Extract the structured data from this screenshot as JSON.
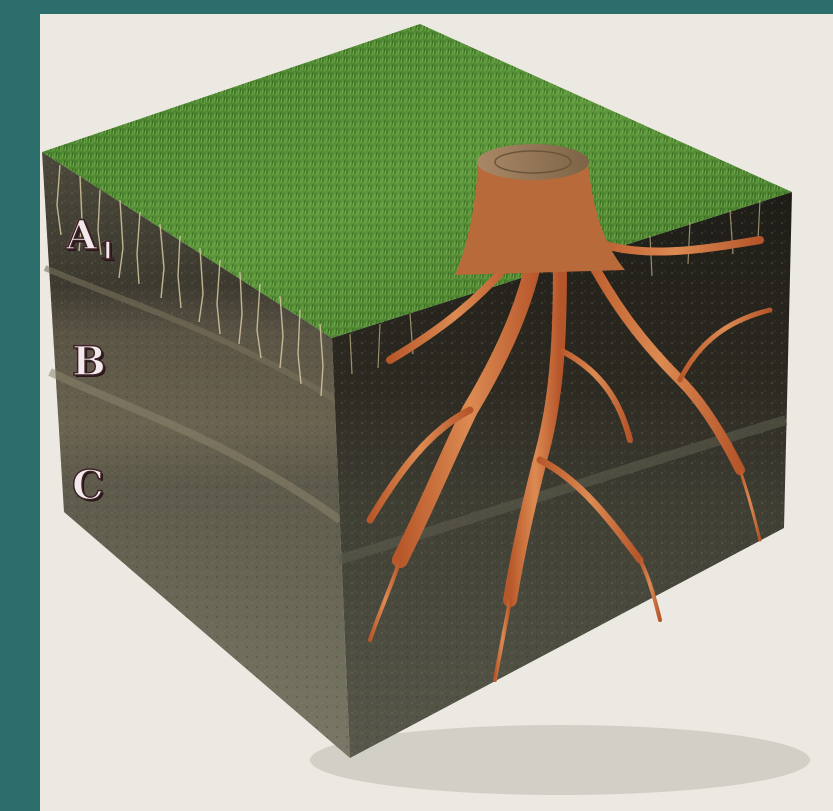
{
  "horizons": [
    {
      "letter": "A",
      "subscript": "1"
    },
    {
      "letter": "B",
      "subscript": ""
    },
    {
      "letter": "C",
      "subscript": ""
    }
  ],
  "colors": {
    "background": "#ece9e3",
    "frame": "#2b6e6c",
    "grass": "#4f8a2f",
    "topsoil": "#2c2a23",
    "subsoil": "#4d4a3d",
    "parent_material": "#6b6a5a",
    "roots": "#c0642f"
  }
}
